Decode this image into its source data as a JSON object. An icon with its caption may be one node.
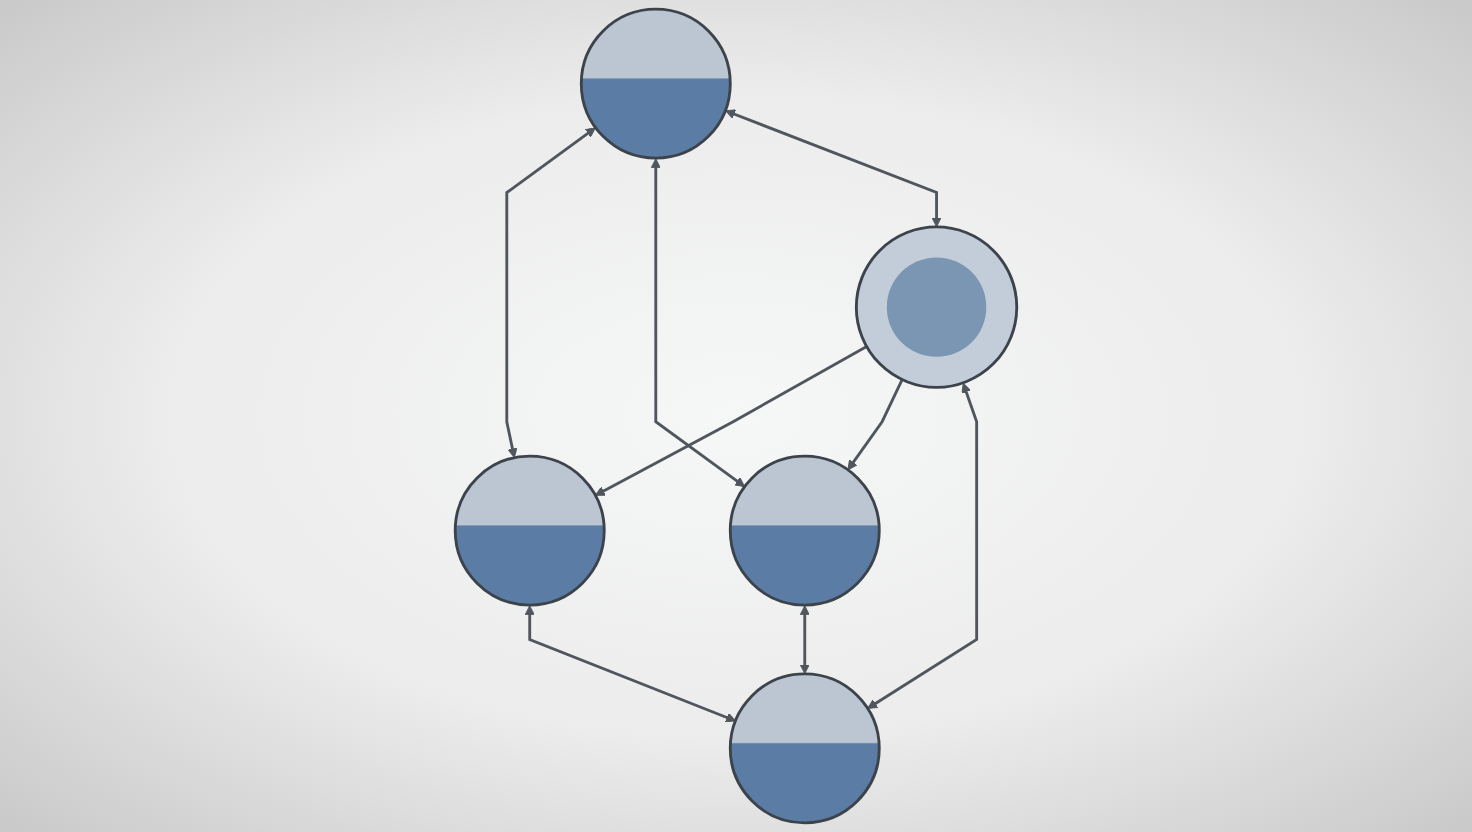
{
  "diagram": {
    "nodes": [
      {
        "text": [],
        "shape": "circle"
      },
      {
        "text": [],
        "shape": "circle"
      },
      {
        "text": [],
        "shape": "circle"
      },
      {
        "text": [],
        "shape": "circle"
      },
      {
        "text": [],
        "shape": "circle"
      }
    ],
    "edges": [
      {
        "from": 0,
        "to": 1,
        "arrow": "both"
      },
      {
        "from": 0,
        "to": 3,
        "arrow": "both"
      },
      {
        "from": 0,
        "to": 2,
        "arrow": "both"
      },
      {
        "from": 2,
        "to": 1,
        "arrow": "to"
      },
      {
        "from": 2,
        "to": 3,
        "arrow": "to"
      },
      {
        "from": 2,
        "to": 4,
        "arrow": "both"
      },
      {
        "from": 1,
        "to": 4,
        "arrow": "both"
      },
      {
        "from": 4,
        "to": 3,
        "arrow": "both"
      }
    ]
  }
}
